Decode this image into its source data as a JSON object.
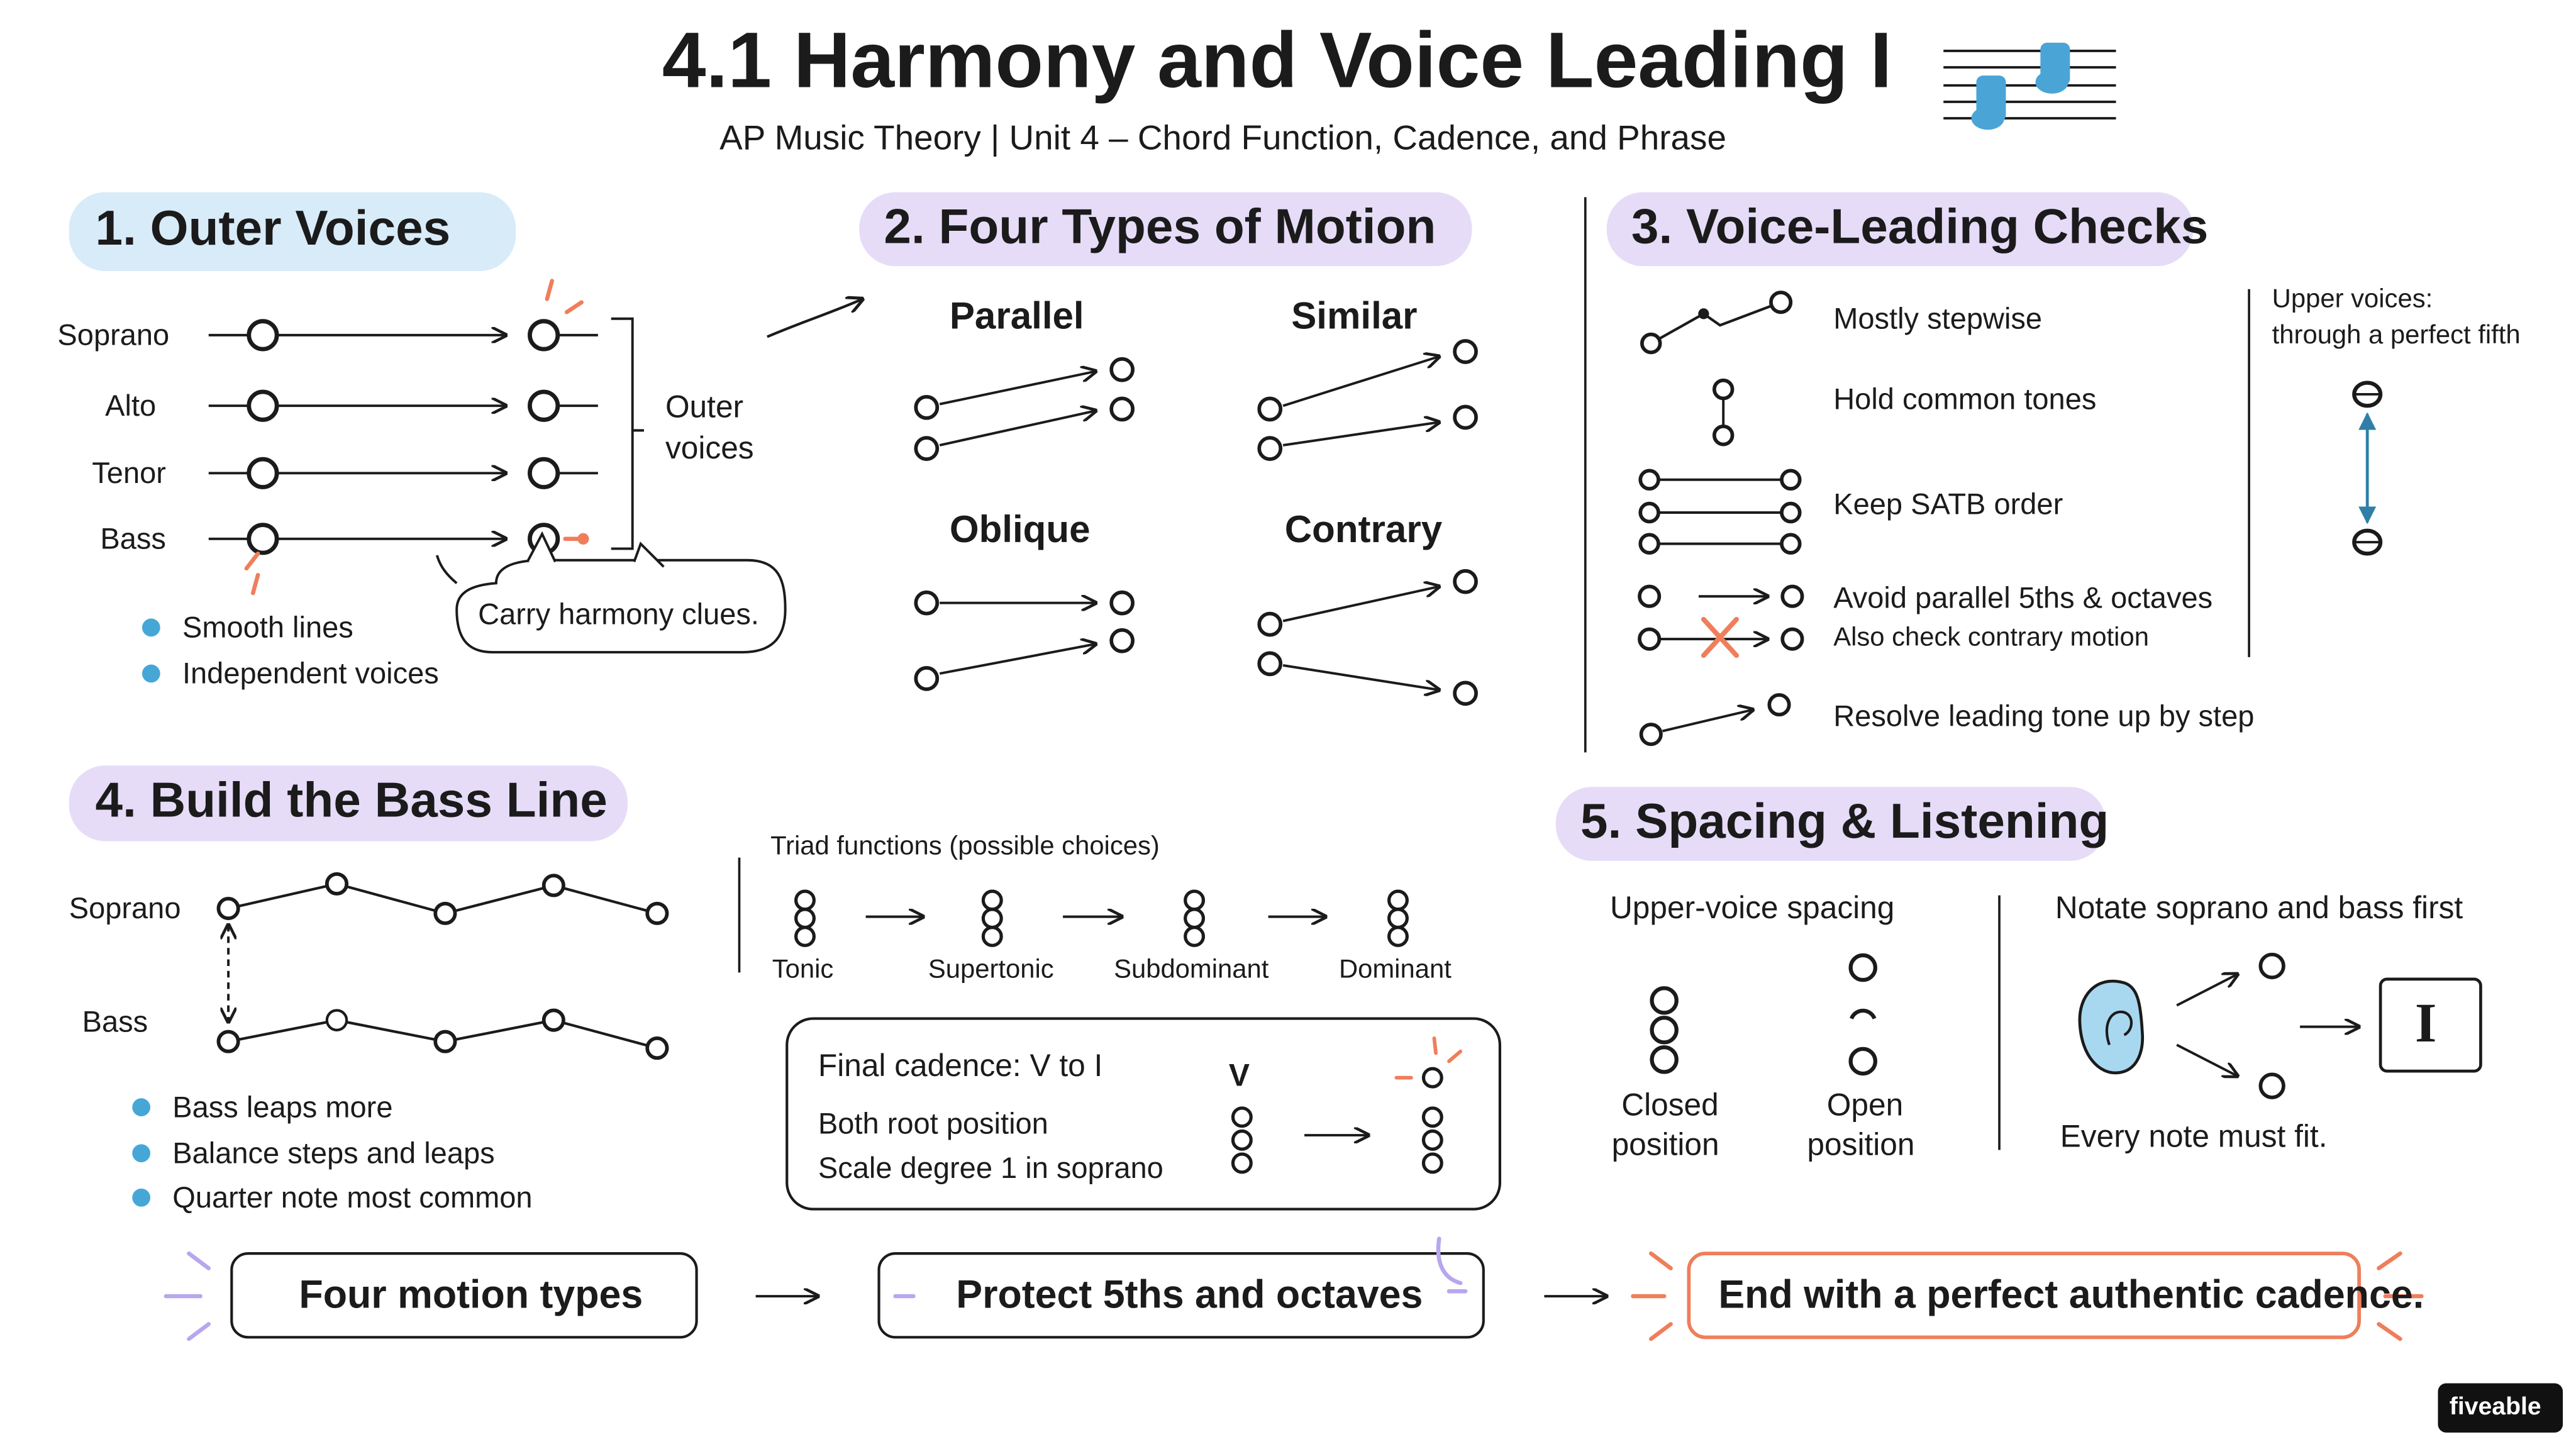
{
  "header": {
    "title": "4.1  Harmony and Voice Leading I",
    "subtitle": "AP Music Theory  |  Unit 4 – Chord Function, Cadence, and Phrase"
  },
  "s1": {
    "heading": "1. Outer Voices",
    "voices": [
      "Soprano",
      "Alto",
      "Tenor",
      "Bass"
    ],
    "outer_label_1": "Outer",
    "outer_label_2": "voices",
    "bubble": "Carry harmony clues.",
    "bullets": [
      "Smooth lines",
      "Independent voices"
    ]
  },
  "s2": {
    "heading": "2. Four Types of Motion",
    "motions": [
      "Parallel",
      "Similar",
      "Oblique",
      "Contrary"
    ]
  },
  "s3": {
    "heading": "3. Voice-Leading Checks",
    "checks": [
      "Mostly stepwise",
      "Hold common tones",
      "Keep SATB order",
      "Avoid parallel 5ths & octaves"
    ],
    "check_note": "Also check contrary motion",
    "last_check": "Resolve leading tone up by step",
    "side_1": "Upper voices:",
    "side_2": "through a perfect fifth"
  },
  "s4": {
    "heading": "4. Build the Bass Line",
    "soprano": "Soprano",
    "bass": "Bass",
    "bullets": [
      "Bass leaps more",
      "Balance steps and leaps",
      "Quarter note most common"
    ],
    "triad_title": "Triad functions (possible choices)",
    "functions": [
      "Tonic",
      "Supertonic",
      "Subdominant",
      "Dominant"
    ],
    "cadence_title": "Final cadence: V to I",
    "cadence_lines": [
      "Both root position",
      "Scale degree 1 in soprano"
    ],
    "v_label": "V"
  },
  "s5": {
    "heading": "5. Spacing & Listening",
    "spacing_title": "Upper-voice spacing",
    "closed_1": "Closed",
    "closed_2": "position",
    "open_1": "Open",
    "open_2": "position",
    "notate_title": "Notate soprano and bass first",
    "roman": "I",
    "fit": "Every note must fit."
  },
  "footer": [
    "Four motion types",
    "Protect 5ths and octaves",
    "End with a perfect authentic cadence."
  ],
  "logo": "fiveable",
  "colors": {
    "heading_bg": "#e6dcf8",
    "heading_bg_1": "#d8ebf8",
    "accent": "#ef7e5b",
    "bullet": "#46a7d7",
    "icon_blue": "#7fc4e8",
    "lilac": "#b8a6ee"
  }
}
